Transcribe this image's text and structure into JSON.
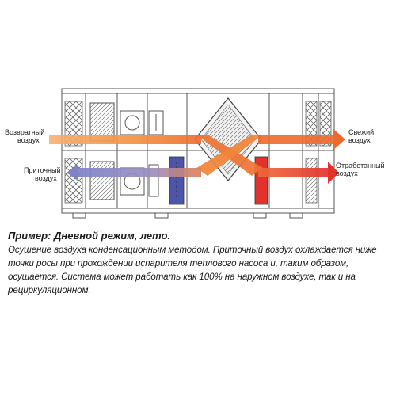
{
  "diagram": {
    "labels": {
      "return_air": [
        "Возвратный",
        "воздух"
      ],
      "supply_air": [
        "Приточный",
        "воздух"
      ],
      "fresh_air": [
        "Свежий",
        "воздух"
      ],
      "exhaust_air": [
        "Отработанный",
        "воздух"
      ]
    },
    "colors": {
      "warm": "#f28c3a",
      "warm_light": "#f6b072",
      "hot": "#e8462a",
      "cool": "#7f82c8",
      "cool_dark": "#4c55a8",
      "red_coil": "#e3322c",
      "frame": "#555555"
    }
  },
  "caption": {
    "title": "Пример: Дневной режим, лето.",
    "body": "Осушение воздуха конденсационным методом. Приточный воздух охлаждается ниже точки росы при прохождении испарителя теплового насоса и, таким образом, осушается. Система может работать как 100% на наружном воздухе, так и на рециркуляционном."
  }
}
